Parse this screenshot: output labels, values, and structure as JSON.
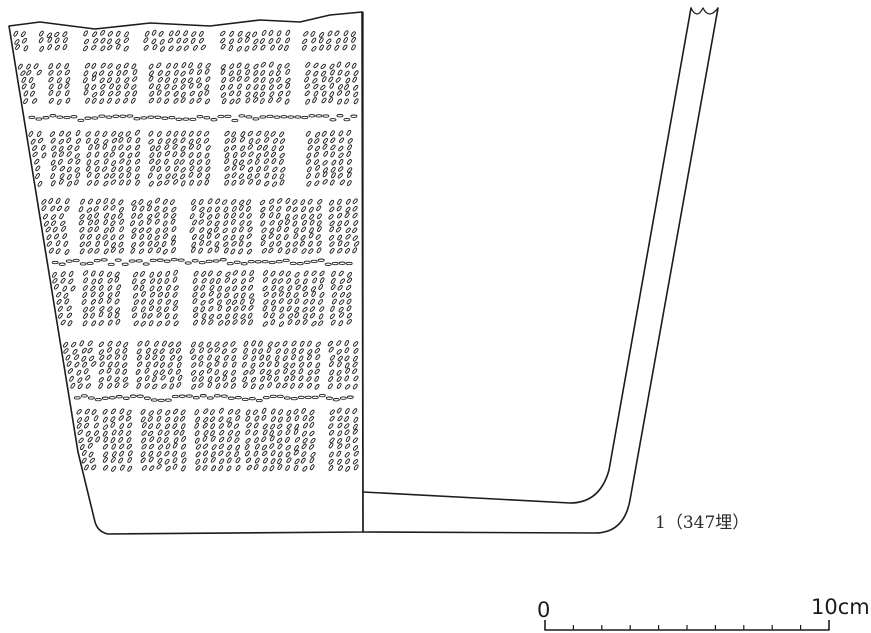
{
  "figure": {
    "specimen_label": "1（347埋）",
    "scale": {
      "start_label": "0",
      "end_label": "10cm",
      "minor_divisions": 10
    },
    "colors": {
      "ink": "#1c1c1c",
      "paper": "#ffffff",
      "label": "#2a2a2a"
    }
  }
}
